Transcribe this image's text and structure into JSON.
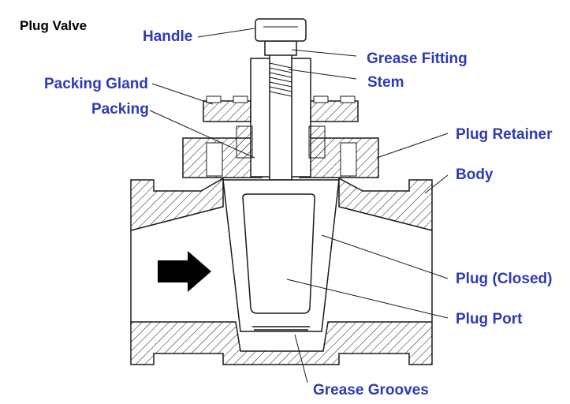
{
  "title": "Plug Valve",
  "labels": {
    "handle": "Handle",
    "grease_fitting": "Grease Fitting",
    "stem": "Stem",
    "packing_gland": "Packing Gland",
    "packing": "Packing",
    "plug_retainer": "Plug Retainer",
    "body": "Body",
    "plug_closed": "Plug (Closed)",
    "plug_port": "Plug Port",
    "grease_grooves": "Grease Grooves"
  },
  "colors": {
    "label_text": "#2d3bb4",
    "title_text": "#000000",
    "line_art": "#1a1a1a"
  },
  "icons": {
    "flow_direction": "arrow-right-icon"
  }
}
